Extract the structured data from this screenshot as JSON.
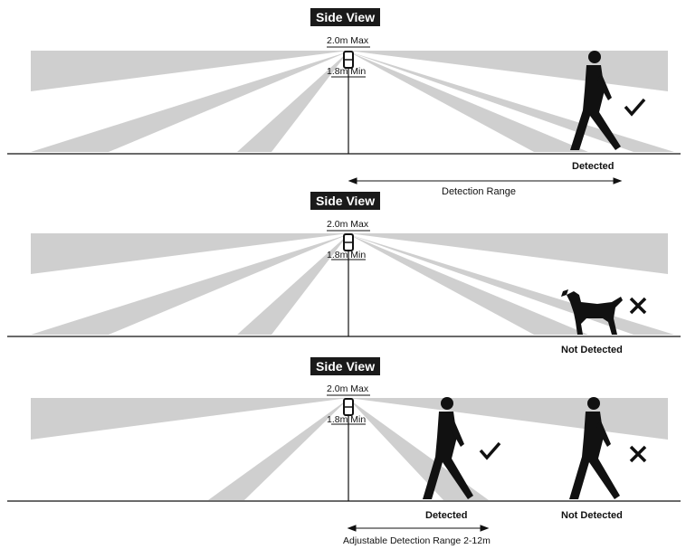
{
  "panels": [
    {
      "title": "Side View",
      "max_label": "2.0m Max",
      "min_label": "1.8m Min",
      "status_labels": [
        "Detected"
      ],
      "range_label": "Detection Range"
    },
    {
      "title": "Side View",
      "max_label": "2.0m Max",
      "min_label": "1.8m Min",
      "status_labels": [
        "Not Detected"
      ],
      "range_label": ""
    },
    {
      "title": "Side View",
      "max_label": "2.0m Max",
      "min_label": "1.8m Min",
      "status_labels": [
        "Detected",
        "Not Detected"
      ],
      "range_label": "Adjustable Detection Range 2-12m"
    }
  ],
  "colors": {
    "beam": "#cfcfcf",
    "ink": "#111111",
    "title_bg": "#1a1a1a"
  },
  "icons": [
    "sensor-icon",
    "walking-person-icon",
    "dog-icon",
    "checkmark-icon",
    "cross-icon",
    "double-arrow-icon"
  ]
}
